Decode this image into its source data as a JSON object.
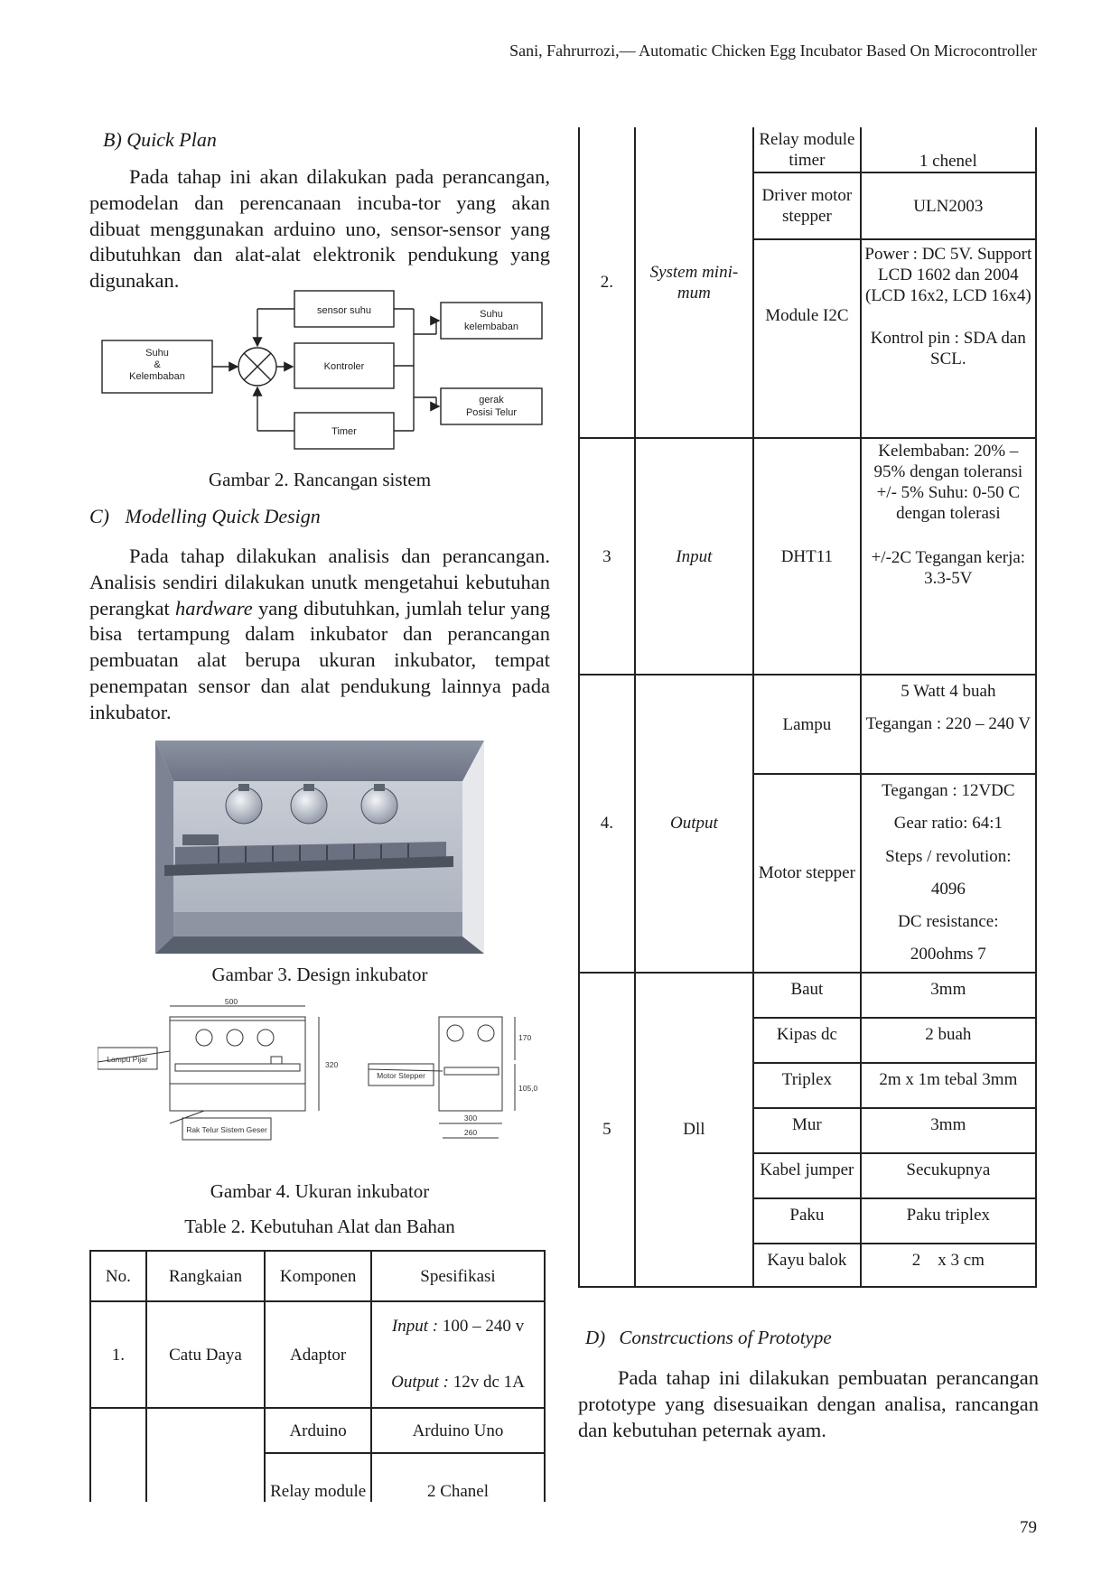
{
  "header": {
    "running_title": "Sani, Fahrurrozi,— Automatic Chicken Egg Incubator Based On Microcontroller"
  },
  "page_number": "79",
  "section_b": {
    "heading": "B) Quick Plan",
    "paragraph": "Pada tahap ini akan dilakukan pada perancangan, pemodelan dan perencanaan incuba-tor yang akan dibuat menggunakan arduino uno, sensor-sensor yang dibutuhkan dan alat-alat elektronik pendukung yang digunakan."
  },
  "figure2": {
    "caption": "Gambar 2. Rancangan sistem",
    "blocks": {
      "input": [
        "Suhu",
        "&",
        "Kelembaban"
      ],
      "sensor": "sensor suhu",
      "controller": "Kontroler",
      "timer": "Timer",
      "out1": [
        "Suhu",
        "kelembaban"
      ],
      "out2": [
        "gerak",
        "Posisi Telur"
      ]
    }
  },
  "section_c": {
    "heading_label": "C)",
    "heading_text": "Modelling Quick Design",
    "paragraph_part1": "Pada tahap dilakukan analisis dan perancangan. Analisis sendiri dilakukan unutk mengetahui kebutuhan perangkat ",
    "paragraph_italic": "hardware",
    "paragraph_part2": " yang dibutuhkan, jumlah telur yang bisa tertampung dalam inkubator dan perancangan pembuatan alat berupa ukuran inkubator, tempat penempatan sensor dan alat pendukung lainnya pada inkubator."
  },
  "figure3": {
    "caption": "Gambar 3. Design inkubator"
  },
  "figure4": {
    "caption": "Gambar 4. Ukuran inkubator",
    "dims": {
      "width_front": "500",
      "height_front": "320",
      "side_top": "170",
      "side_bottom": "105,0",
      "side_width": "300",
      "side_inner": "260"
    },
    "labels": {
      "lamp": "Lampu Pijar",
      "stepper": "Motor Stepper",
      "rack": "Rak Telur Sistem Geser"
    }
  },
  "table2": {
    "caption": "Table 2. Kebutuhan Alat dan Bahan",
    "headers": [
      "No.",
      "Rangkaian",
      "Komponen",
      "Spesifikasi"
    ],
    "row1": {
      "no": "1.",
      "circuit": "Catu Daya",
      "component": "Adaptor",
      "spec_in_label": "Input :",
      "spec_in_value": " 100 – 240 v",
      "spec_out_label": "Output :",
      "spec_out_value": " 12v dc 1A"
    },
    "row_arduino": {
      "component": "Arduino",
      "spec": "Arduino Uno"
    },
    "row_relay": {
      "component": "Relay module",
      "spec": "2 Chanel"
    }
  },
  "table2_cont": {
    "sysmin": {
      "no": "2.",
      "circuit": "System mini-mum",
      "relay_timer": {
        "component": "Relay module timer",
        "spec": "1 chenel"
      },
      "driver": {
        "component": "Driver motor stepper",
        "spec": "ULN2003"
      },
      "i2c": {
        "component": "Module I2C",
        "spec_a": "Power : DC 5V. Support LCD 1602 dan 2004 (LCD 16x2, LCD 16x4)",
        "spec_b": "Kontrol pin : SDA dan SCL."
      }
    },
    "input": {
      "no": "3",
      "circuit": "Input",
      "component": "DHT11",
      "spec_a": "Kelembaban: 20% – 95% dengan toleransi +/- 5% Suhu: 0-50 C dengan tolerasi",
      "spec_b": "+/-2C Tegangan kerja: 3.3-5V"
    },
    "output": {
      "no": "4.",
      "circuit": "Output",
      "lamp": {
        "component": "Lampu",
        "spec_a": "5 Watt 4 buah",
        "spec_b": "Tegangan : 220 – 240 V"
      },
      "motor": {
        "component": "Motor stepper",
        "spec_lines": [
          "Tegangan : 12VDC",
          "Gear ratio: 64:1",
          "Steps / revolution:",
          "4096",
          "DC resistance:",
          "200ohms 7"
        ]
      }
    },
    "dll": {
      "no": "5",
      "circuit": "Dll",
      "items": [
        {
          "component": "Baut",
          "spec": "3mm"
        },
        {
          "component": "Kipas dc",
          "spec": "2 buah"
        },
        {
          "component": "Triplex",
          "spec": "2m x 1m tebal 3mm"
        },
        {
          "component": "Mur",
          "spec": "3mm"
        },
        {
          "component": "Kabel jumper",
          "spec": "Secukupnya"
        },
        {
          "component": "Paku",
          "spec": "Paku triplex"
        },
        {
          "component": "Kayu balok",
          "spec": "2    x 3 cm"
        }
      ]
    }
  },
  "section_d": {
    "heading_label": "D)",
    "heading_text": "Constrcuctions of Prototype",
    "paragraph": "Pada tahap ini dilakukan pembuatan perancangan prototype yang disesuaikan dengan analisa, rancangan dan kebutuhan peternak ayam."
  }
}
